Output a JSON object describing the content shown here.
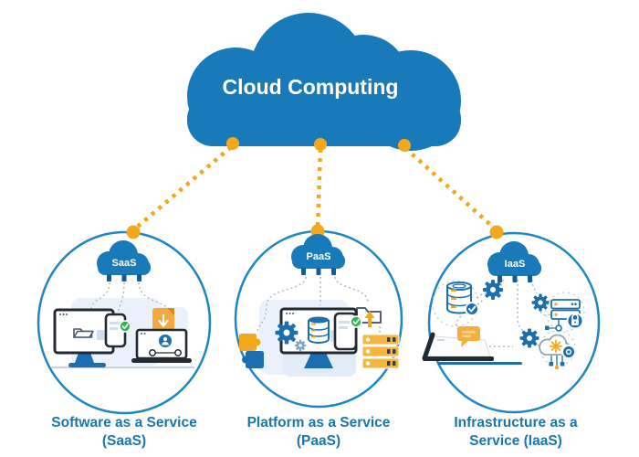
{
  "cloud": {
    "label": "Cloud Computing"
  },
  "colors": {
    "cloud_blue": "#187AB9",
    "accent_orange": "#F3A71D",
    "circle_stroke": "#1D86C3",
    "label_blue": "#1B76B0",
    "illustration_blue": "#1B6FB0",
    "dark_outline": "#232A31",
    "green_check": "#33B457",
    "server_yellow": "#F6B53C",
    "light_panel": "#EBF1FA",
    "connector_grey": "#A9B8C6"
  },
  "nodes": [
    {
      "id": "saas",
      "tag": "SaaS",
      "label_line1": "Software as a Service",
      "label_line2": "(SaaS)",
      "icons": [
        "cloud-icon",
        "desktop-monitor-icon",
        "folder-icon",
        "smartphone-icon",
        "check-badge-icon",
        "laptop-icon",
        "user-share-icon",
        "document-icon"
      ]
    },
    {
      "id": "paas",
      "tag": "PaaS",
      "label_line1": "Platform as a Service",
      "label_line2": "(PaaS)",
      "icons": [
        "cloud-icon",
        "desktop-monitor-icon",
        "gear-icon",
        "database-icon",
        "smartphone-icon",
        "check-badge-icon",
        "puzzle-piece-icon",
        "server-stack-icon",
        "folder-upload-icon"
      ]
    },
    {
      "id": "iaas",
      "tag": "IaaS",
      "label_line1": "Infrastructure as a",
      "label_line2": "Service (IaaS)",
      "icons": [
        "cloud-icon",
        "database-check-icon",
        "gear-icon",
        "server-lock-icon",
        "lock-badge-icon",
        "cloud-sparkle-icon",
        "open-book-icon",
        "chat-bubble-icon",
        "network-nodes-icon"
      ]
    }
  ]
}
